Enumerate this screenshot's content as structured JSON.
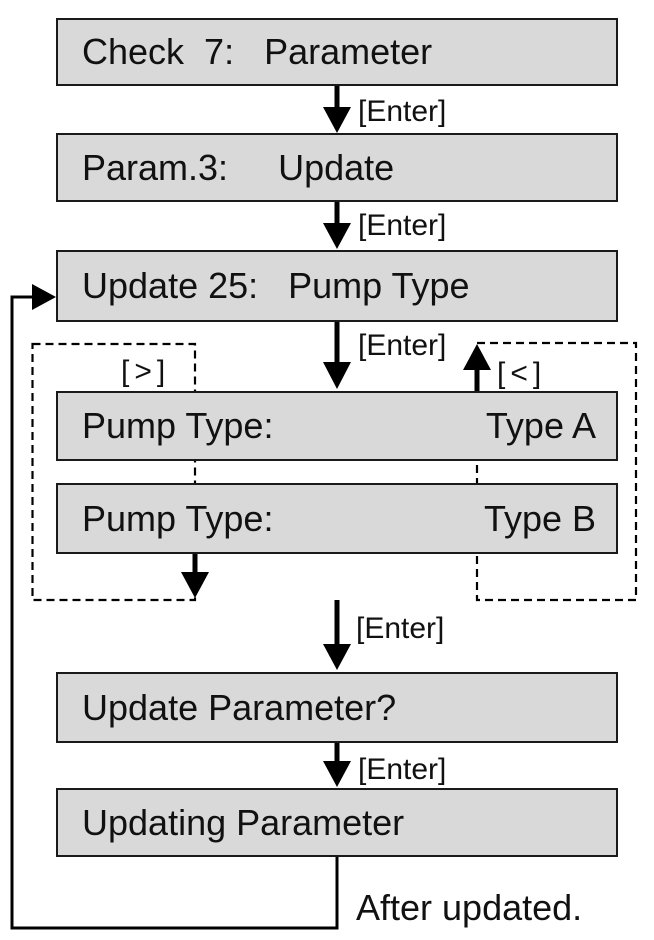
{
  "diagram": {
    "boxes": {
      "check7": {
        "text": "Check  7:   Parameter"
      },
      "param3": {
        "text": "Param.3:     Update"
      },
      "update25": {
        "text": "Update 25:   Pump Type"
      },
      "pump_type_a": {
        "label": "Pump Type:",
        "value": "Type A"
      },
      "pump_type_b": {
        "label": "Pump Type:",
        "value": "Type B"
      },
      "update_parameter": {
        "text": "Update Parameter?"
      },
      "updating_parameter": {
        "text": "Updating Parameter"
      }
    },
    "labels": {
      "enter_key": "[Enter]",
      "next_key": "[>]",
      "prev_key": "[<]",
      "after_updated": "After updated."
    },
    "colors": {
      "box_fill": "#d9d9d9",
      "box_border": "#1a1a1a",
      "line": "#000000"
    }
  }
}
